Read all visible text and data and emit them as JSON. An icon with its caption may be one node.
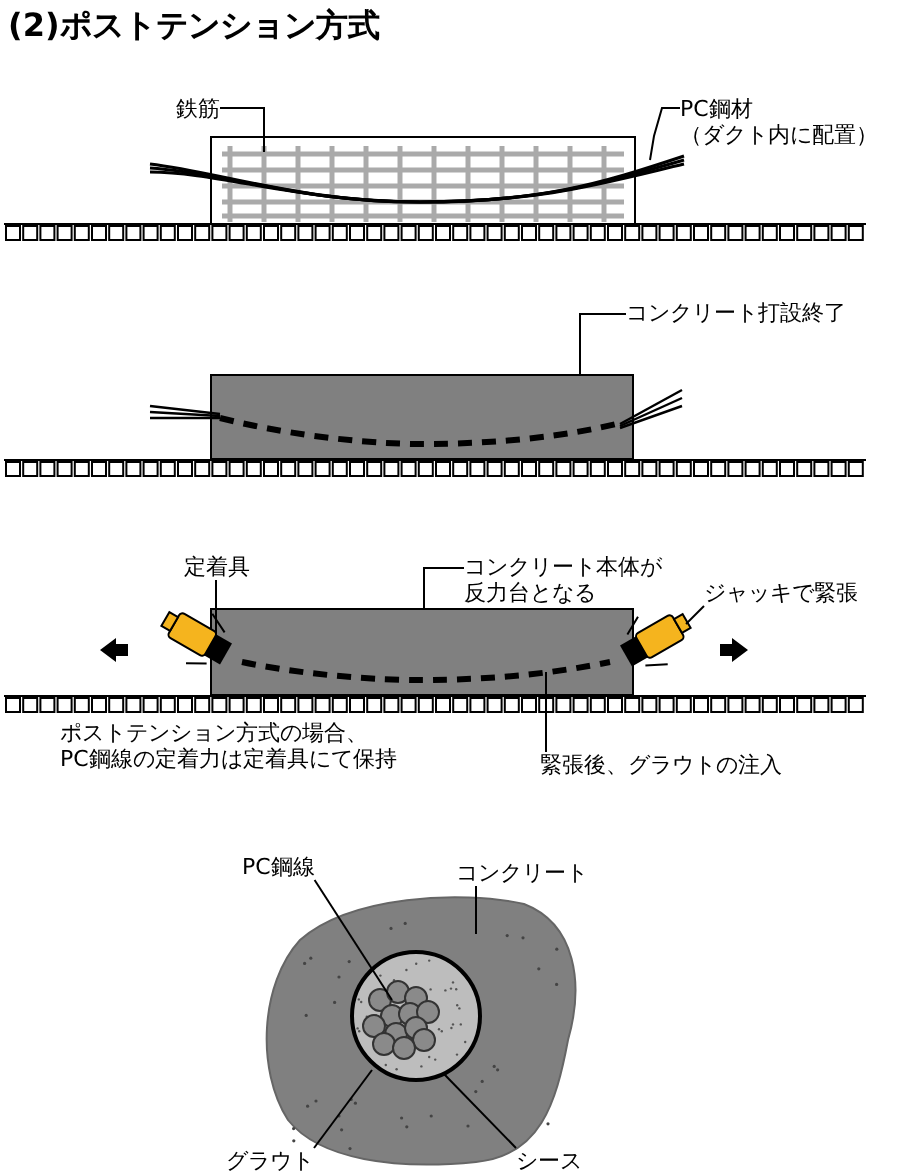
{
  "diagram": {
    "title": "(2)ポストテンション方式",
    "nodes": [
      {
        "text": [
          "鉄筋"
        ]
      },
      {
        "text": [
          "PC鋼材（ダクト内に配置）"
        ]
      },
      {
        "text": [],
        "shape": "picture"
      },
      {
        "text": [],
        "shape": "picture"
      },
      {
        "text": [
          "コンクリート打設終了"
        ]
      },
      {
        "text": [],
        "shape": "box"
      },
      {
        "text": [
          "定着具"
        ]
      },
      {
        "text": [
          "コンクリート本体が反力台となる"
        ]
      },
      {
        "text": [
          "ジャッキで緊張"
        ]
      },
      {
        "text": [],
        "shape": "cylinder"
      },
      {
        "text": [],
        "shape": "box"
      },
      {
        "text": [],
        "shape": "cylinder"
      },
      {
        "text": [
          "緊張後、グラウトの注入"
        ]
      },
      {
        "text": [
          "PC鋼線"
        ]
      },
      {
        "text": [
          "コンクリート"
        ]
      },
      {
        "text": [
          "グラウト"
        ]
      },
      {
        "text": [
          "シース"
        ]
      }
    ],
    "edges": [
      {
        "from": 0,
        "to": 2,
        "arrow": "none"
      },
      {
        "from": 1,
        "to": 3,
        "arrow": "none"
      },
      {
        "from": 4,
        "to": 5,
        "arrow": "none"
      },
      {
        "from": 6,
        "to": 9,
        "arrow": "none"
      },
      {
        "from": 7,
        "to": 10,
        "arrow": "none"
      },
      {
        "from": 8,
        "to": 11,
        "arrow": "none"
      },
      {
        "from": 12,
        "to": 10,
        "arrow": "none"
      },
      {
        "from": 13,
        "to": null,
        "arrow": "none"
      },
      {
        "from": 14,
        "to": null,
        "arrow": "none"
      },
      {
        "from": 15,
        "to": null,
        "arrow": "none"
      },
      {
        "from": 16,
        "to": null,
        "arrow": "none"
      }
    ],
    "labels": [
      "ポストテンション方式の場合、PC鋼線の定着力は定着具にて保持"
    ]
  }
}
